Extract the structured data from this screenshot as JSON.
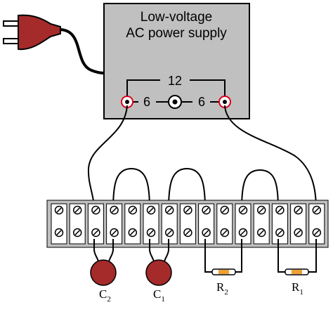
{
  "power_supply": {
    "title_line1": "Low-voltage",
    "title_line2": "AC power supply",
    "tap_full": "12",
    "tap_left": "6",
    "tap_right": "6"
  },
  "terminal_strip": {
    "positions": 15,
    "rows": 2
  },
  "components": {
    "c2": {
      "letter": "C",
      "sub": "2"
    },
    "c1": {
      "letter": "C",
      "sub": "1"
    },
    "r2": {
      "letter": "R",
      "sub": "2"
    },
    "r1": {
      "letter": "R",
      "sub": "1"
    }
  },
  "colors": {
    "plug": "#a52a2a",
    "supply_box": "#c0c0c0",
    "terminal_ring": "#e0001a",
    "strip": "#ffffff",
    "capacitor": "#a52a2a",
    "resistor_band": "#f0a030"
  }
}
